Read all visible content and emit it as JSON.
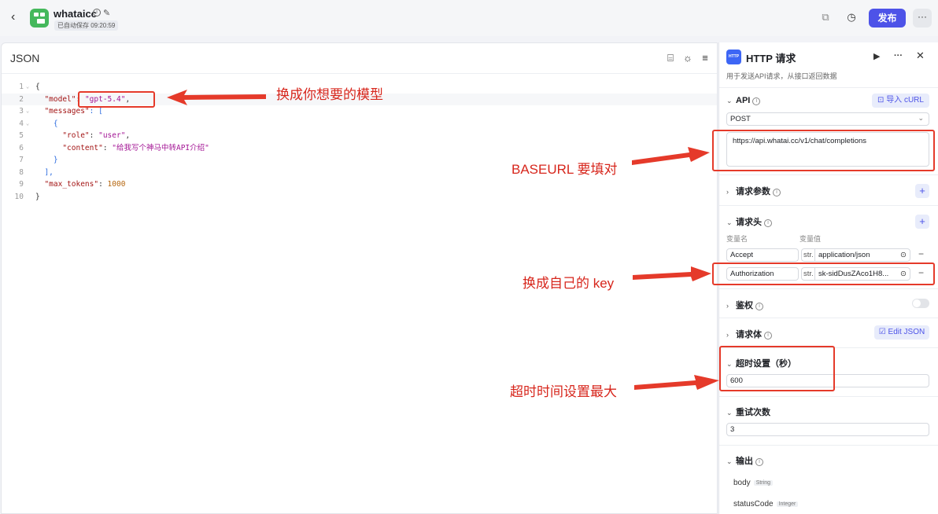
{
  "topbar": {
    "back_icon": "chevron-left-icon",
    "app_name": "whataicc",
    "autosave": "已自动保存 09:20:59",
    "publish_label": "发布",
    "more_label": "···"
  },
  "json_panel": {
    "title": "JSON",
    "lines": [
      {
        "n": "1",
        "fold": "⌄"
      },
      {
        "n": "2",
        "fold": ""
      },
      {
        "n": "3",
        "fold": "⌄"
      },
      {
        "n": "4",
        "fold": "⌄"
      },
      {
        "n": "5",
        "fold": ""
      },
      {
        "n": "6",
        "fold": ""
      },
      {
        "n": "7",
        "fold": ""
      },
      {
        "n": "8",
        "fold": ""
      },
      {
        "n": "9",
        "fold": ""
      },
      {
        "n": "10",
        "fold": ""
      }
    ],
    "code": {
      "l1": "{",
      "l2_key": "\"model\"",
      "l2_colon": ": ",
      "l2_val": "\"gpt-5.4\"",
      "l2_end": ",",
      "l3_key": "\"messages\"",
      "l3_rest": ": [",
      "l4": "{",
      "l5_key": "\"role\"",
      "l5_colon": ": ",
      "l5_val": "\"user\"",
      "l5_end": ",",
      "l6_key": "\"content\"",
      "l6_colon": ": ",
      "l6_val": "\"给我写个神马中转API介绍\"",
      "l7": "}",
      "l8": "],",
      "l9_key": "\"max_tokens\"",
      "l9_colon": ": ",
      "l9_val": "1000",
      "l10": "}"
    }
  },
  "annotations": {
    "model": "换成你想要的模型",
    "baseurl": "BASEURL 要填对",
    "key": "换成自己的 key",
    "timeout": "超时时间设置最大"
  },
  "http_panel": {
    "title": "HTTP 请求",
    "logo_text": "HTTP",
    "desc": "用于发送API请求，从接口返回数据",
    "api": {
      "title": "API",
      "import_label": "导入 cURL",
      "method": "POST",
      "url": "https://api.whatai.cc/v1/chat/completions"
    },
    "params": {
      "title": "请求参数"
    },
    "headers": {
      "title": "请求头",
      "name_col": "变量名",
      "value_col": "变量值",
      "rows": [
        {
          "name": "Accept",
          "type": "str.",
          "value": "application/json"
        },
        {
          "name": "Authorization",
          "type": "str.",
          "value": "sk-sidDusZAco1H8..."
        }
      ]
    },
    "auth": {
      "title": "鉴权"
    },
    "body": {
      "title": "请求体",
      "edit_label": "Edit JSON"
    },
    "timeout": {
      "title": "超时设置（秒）",
      "value": "600"
    },
    "retry": {
      "title": "重试次数",
      "value": "3"
    },
    "output": {
      "title": "输出",
      "items": [
        {
          "name": "body",
          "type": "String"
        },
        {
          "name": "statusCode",
          "type": "Integer"
        }
      ]
    }
  },
  "colors": {
    "accent": "#4d53e8",
    "annotation": "#e53a2a",
    "logo_green": "#45b85c",
    "http_blue": "#3d66f5"
  }
}
